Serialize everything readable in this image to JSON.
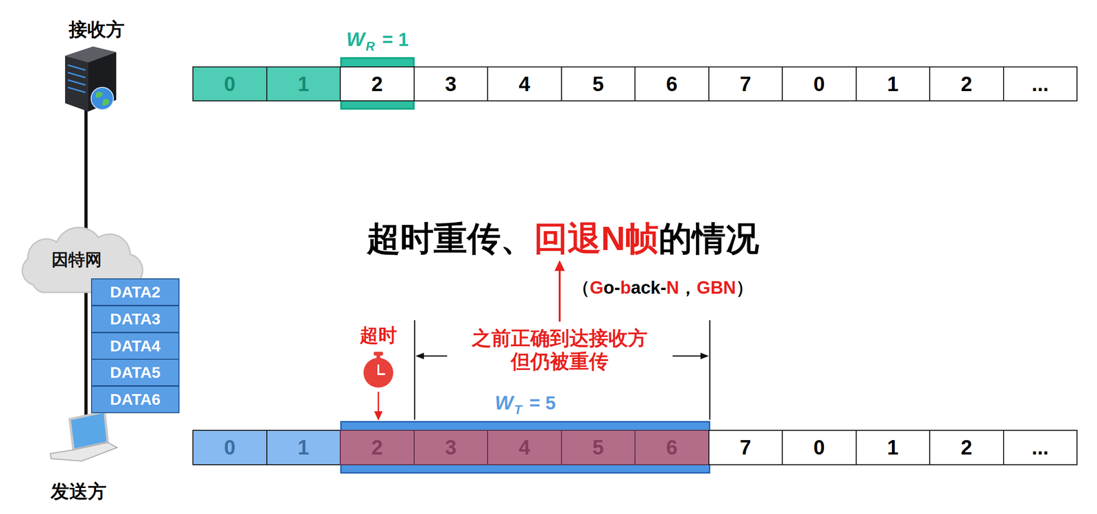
{
  "diagram": {
    "nodes": [
      {
        "text": [
          "0"
        ]
      },
      {
        "text": [
          "1"
        ]
      },
      {
        "text": [
          "W",
          "R",
          "= 1"
        ]
      },
      {
        "text": [
          "2"
        ],
        "in": 2
      },
      {
        "text": [
          "3"
        ]
      },
      {
        "text": [
          "4"
        ]
      },
      {
        "text": [
          "5"
        ]
      },
      {
        "text": [
          "6"
        ]
      },
      {
        "text": [
          "7"
        ]
      },
      {
        "text": [
          "0"
        ]
      },
      {
        "text": [
          "1"
        ]
      },
      {
        "text": [
          "2"
        ]
      },
      {
        "text": [
          "..."
        ]
      },
      {
        "text": [
          "因特网"
        ]
      },
      {
        "text": [
          "DATA2"
        ]
      },
      {
        "text": [
          "DATA3"
        ]
      },
      {
        "text": [
          "DATA4"
        ]
      },
      {
        "text": [
          "DATA5"
        ]
      },
      {
        "text": [
          "DATA6"
        ]
      },
      {
        "text": [
          "0"
        ]
      },
      {
        "text": [
          "1"
        ]
      },
      {
        "text": [
          "W",
          "T",
          "= 5"
        ]
      },
      {
        "text": [
          "2"
        ],
        "in": 21
      },
      {
        "text": [
          "3"
        ],
        "in": 21
      },
      {
        "text": [
          "4"
        ],
        "in": 21
      },
      {
        "text": [
          "5"
        ],
        "in": 21
      },
      {
        "text": [
          "6"
        ],
        "in": 21
      },
      {
        "text": [
          "7"
        ]
      },
      {
        "text": [
          "0"
        ]
      },
      {
        "text": [
          "1"
        ]
      },
      {
        "text": [
          "2"
        ]
      },
      {
        "text": [
          "..."
        ]
      }
    ],
    "labels": [
      "接收方",
      "超时重传、",
      "回退N帧",
      "的情况",
      "（",
      "G",
      "o-",
      "b",
      "ack-",
      "N",
      "，",
      "GBN",
      "）",
      "超时",
      "之前正确到达接收方 但仍被重传",
      "发送方"
    ]
  }
}
